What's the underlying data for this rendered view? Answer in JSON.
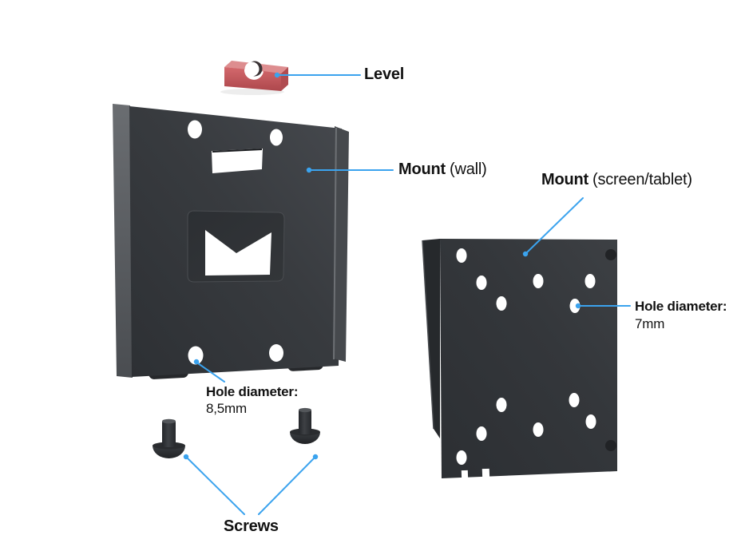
{
  "diagram": {
    "labels": {
      "level": {
        "name": "Level",
        "detail": ""
      },
      "mount_wall": {
        "name": "Mount",
        "detail": "(wall)"
      },
      "mount_screen": {
        "name": "Mount",
        "detail": "(screen/tablet)"
      },
      "hole_wall": {
        "name": "Hole diameter:",
        "detail": "8,5mm"
      },
      "hole_screen": {
        "name": "Hole diameter:",
        "detail": "7mm"
      },
      "screws": {
        "name": "Screws",
        "detail": ""
      }
    },
    "parts": [
      "level-tool",
      "wall-mount-plate",
      "screen-mount-plate",
      "screw-left",
      "screw-right"
    ],
    "colors": {
      "background": "#ffffff",
      "accent-blue": "#3BA3EE",
      "level-red": "#C95B60",
      "plate-dark": "#36393D",
      "text": "#121212"
    }
  }
}
